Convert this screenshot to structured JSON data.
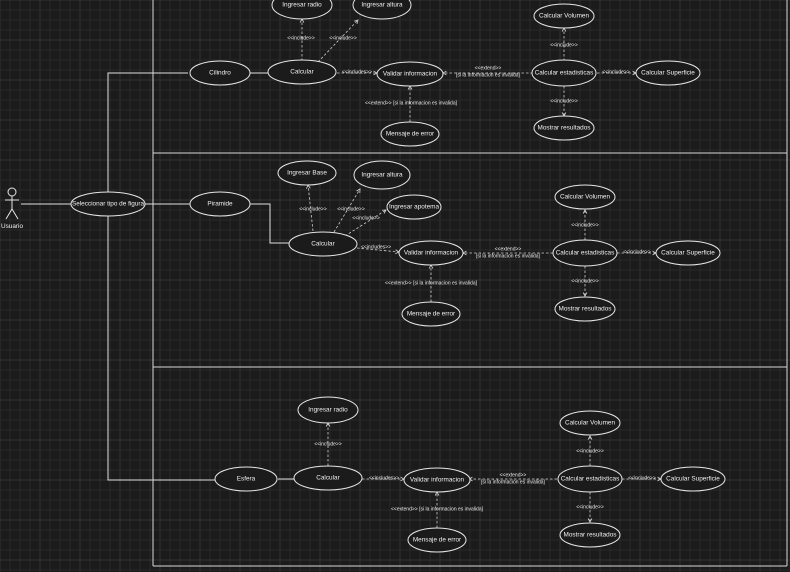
{
  "actor": {
    "name": "Usuario"
  },
  "usecases": {
    "seleccionar": "Seleccionar tipo de figura",
    "cilindro": {
      "figura": "Cilindro",
      "calcular": "Calcular",
      "ingresar_radio": "Ingresar radio",
      "ingresar_altura": "Ingresar altura",
      "validar": "Validar informacion",
      "mensaje": "Mensaje de error",
      "estadisticas": "Calcular estadisticas",
      "volumen": "Calcular Volumen",
      "superficie": "Calcular Superficie",
      "mostrar": "Mostrar resultados"
    },
    "piramide": {
      "figura": "Piramide",
      "calcular": "Calcular",
      "ingresar_base": "Ingresar Base",
      "ingresar_altura": "Ingresar altura",
      "ingresar_apotema": "Ingresar apotema",
      "validar": "Validar informacion",
      "mensaje": "Mensaje de error",
      "estadisticas": "Calcular estadisticas",
      "volumen": "Calcular Volumen",
      "superficie": "Calcular Superficie",
      "mostrar": "Mostrar resultados"
    },
    "esfera": {
      "figura": "Esfera",
      "calcular": "Calcular",
      "ingresar_radio": "Ingresar radio",
      "validar": "Validar informacion",
      "mensaje": "Mensaje de error",
      "estadisticas": "Calcular estadisticas",
      "volumen": "Calcular Volumen",
      "superficie": "Calcular Superficie",
      "mostrar": "Mostrar resultados"
    }
  },
  "relations": {
    "include": "<<include>>",
    "includes": "<<includes>>",
    "extend_stereo": "<<extend>>",
    "extend_full": "<<extend>> [si la informacion es invalida]",
    "extend_condition": "[si la informacion es invalida]"
  }
}
